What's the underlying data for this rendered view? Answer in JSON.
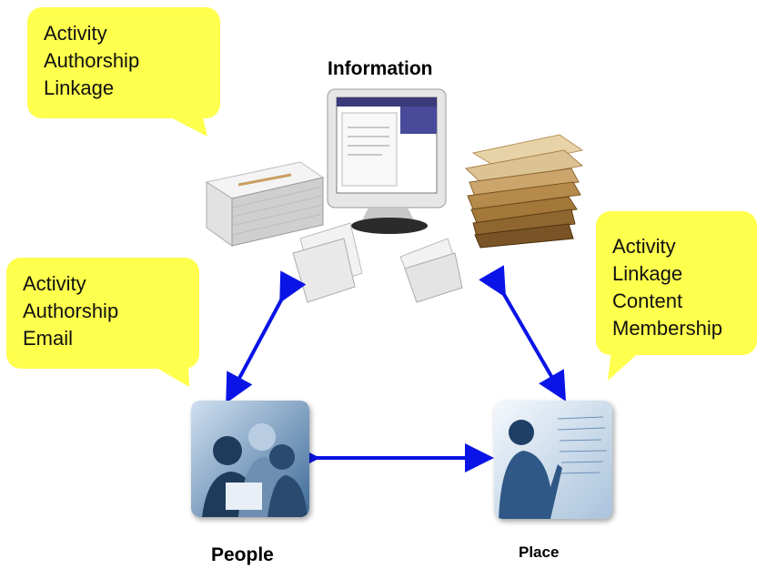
{
  "nodes": {
    "information": {
      "label": "Information"
    },
    "people": {
      "label": "People"
    },
    "place": {
      "label": "Place"
    }
  },
  "callouts": {
    "information": [
      "Activity",
      "Authorship",
      "Linkage"
    ],
    "people": [
      "Activity",
      "Authorship",
      "Email"
    ],
    "place": [
      "Activity",
      "Linkage",
      "Content",
      "Membership"
    ]
  },
  "colors": {
    "callout": "#ffff4d",
    "arrow": "#0a14e6"
  }
}
